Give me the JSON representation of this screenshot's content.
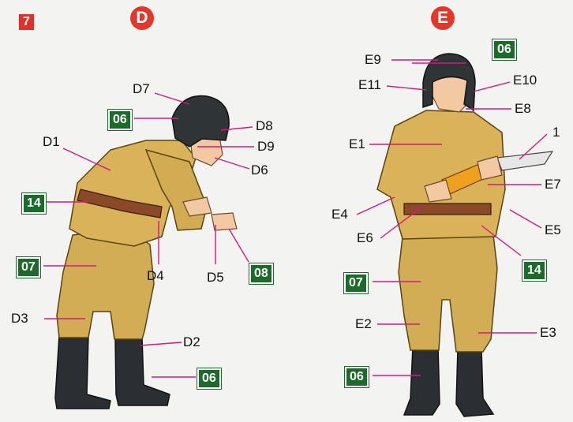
{
  "figures": {
    "d": {
      "title": "D"
    },
    "e": {
      "title": "E"
    }
  },
  "ref_badge": "7",
  "labels": {
    "D1": "D1",
    "D2": "D2",
    "D3": "D3",
    "D4": "D4",
    "D5": "D5",
    "D6": "D6",
    "D7": "D7",
    "D8": "D8",
    "D9": "D9",
    "E1": "E1",
    "E2": "E2",
    "E3": "E3",
    "E4": "E4",
    "E5": "E5",
    "E6": "E6",
    "E7": "E7",
    "E8": "E8",
    "E9": "E9",
    "E10": "E10",
    "E11": "E11",
    "n1": "1"
  },
  "colors": {
    "d_06_helmet": "06",
    "d_14": "14",
    "d_07": "07",
    "d_08": "08",
    "d_06_boots": "06",
    "e_06_helmet": "06",
    "e_14": "14",
    "e_07": "07",
    "e_06_boots": "06"
  },
  "palette": {
    "leader": "#d6197c",
    "badge_green": "#1d6b2a",
    "circle_red": "#e3372a",
    "uniform": "#d9b25a",
    "boots": "#2b2f33"
  }
}
